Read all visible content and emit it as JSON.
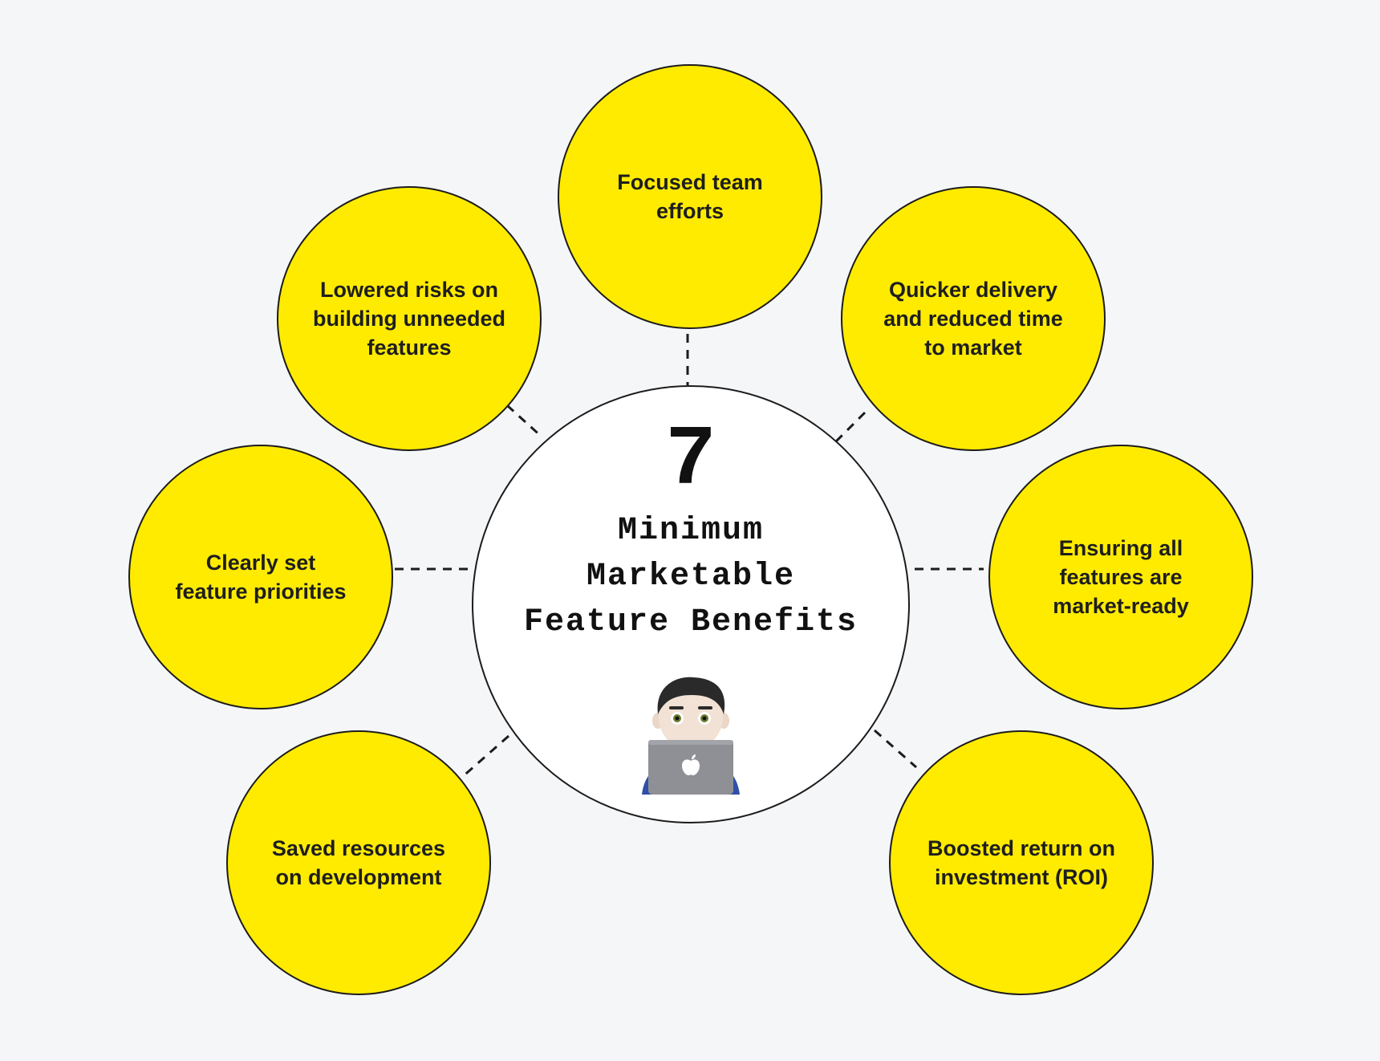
{
  "center": {
    "number": "7",
    "title": "Minimum\nMarketable\nFeature Benefits",
    "icon": "developer-with-laptop-icon"
  },
  "benefits": [
    "Focused team\nefforts",
    "Quicker delivery\nand reduced time\nto market",
    "Ensuring all\nfeatures are\nmarket-ready",
    "Boosted return on\ninvestment (ROI)",
    "Saved resources\non development",
    "Clearly set\nfeature priorities",
    "Lowered risks on\nbuilding unneeded\nfeatures"
  ],
  "colors": {
    "background": "#f5f6f8",
    "benefit_fill": "#ffeb00",
    "center_fill": "#ffffff",
    "outline": "#1c1c1c"
  }
}
